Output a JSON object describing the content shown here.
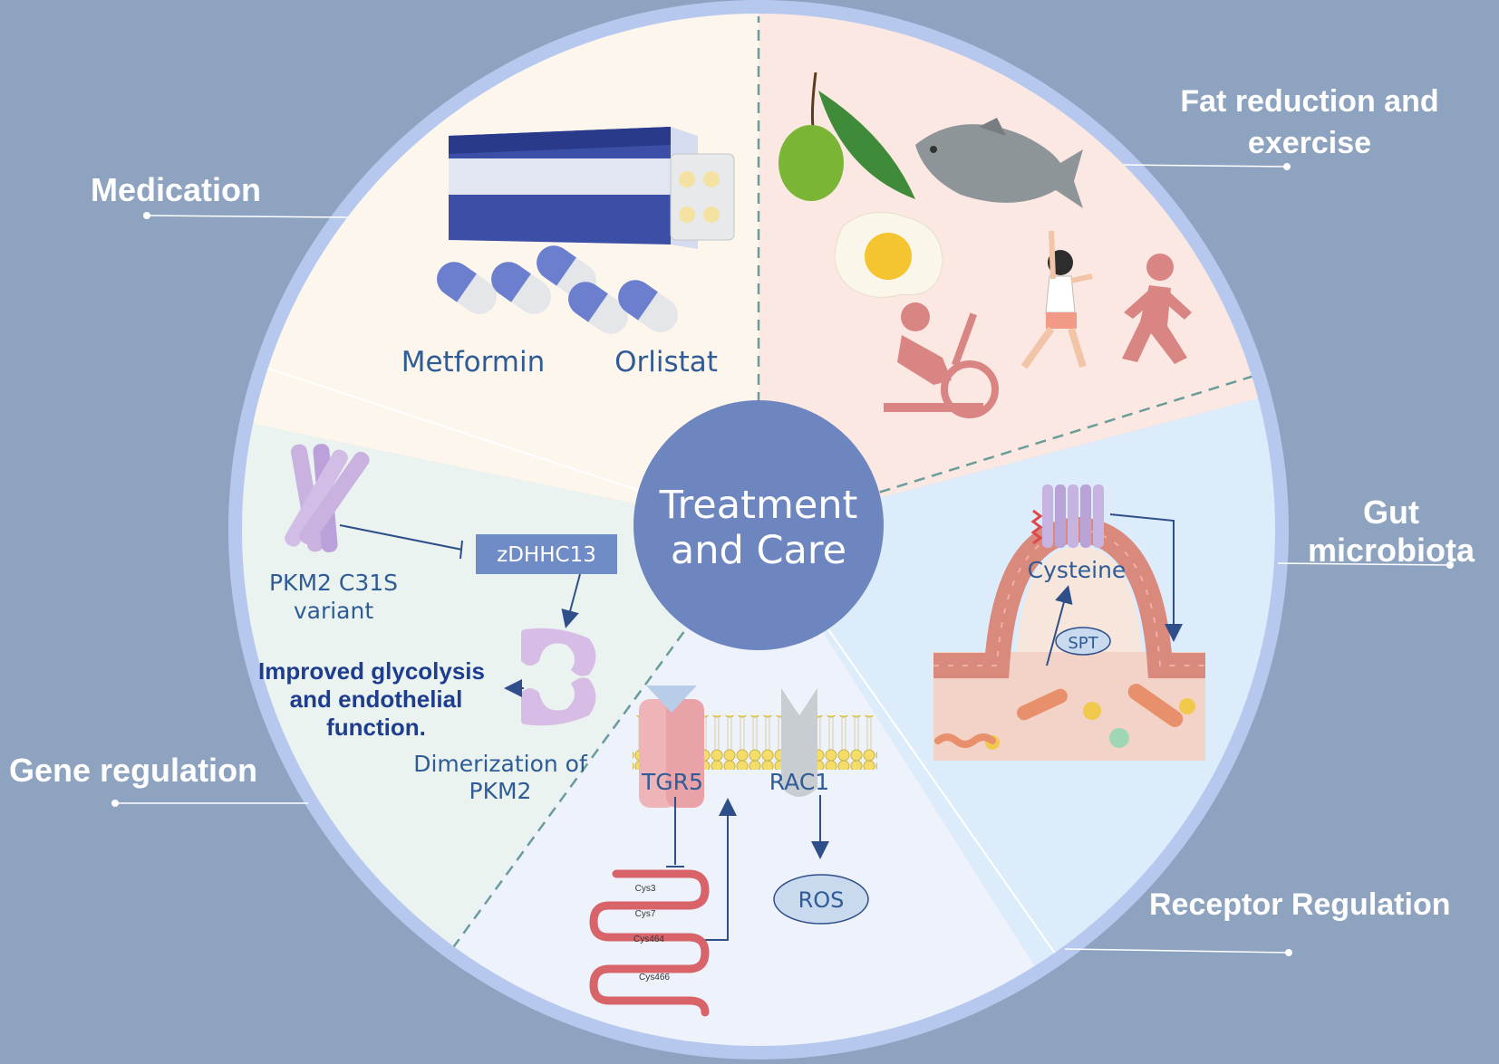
{
  "center": {
    "line1": "Treatment",
    "line2": "and Care"
  },
  "sections": {
    "medication": {
      "label": "Medication",
      "drug1": "Metformin",
      "drug2": "Orlistat"
    },
    "fat": {
      "label_line1": "Fat reduction and",
      "label_line2": "exercise"
    },
    "gut": {
      "label_line1": "Gut",
      "label_line2": "microbiota",
      "cysteine": "Cysteine",
      "spt": "SPT"
    },
    "receptor": {
      "label": "Receptor Regulation",
      "tgr5": "TGR5",
      "rac1": "RAC1",
      "ros": "ROS",
      "cys_labels": [
        "Cys3",
        "Cys7",
        "Cys464",
        "Cys466"
      ]
    },
    "gene": {
      "label": "Gene regulation",
      "variant_line1": "PKM2 C31S",
      "variant_line2": "variant",
      "enzyme": "zDHHC13",
      "outcome_line1": "Improved glycolysis",
      "outcome_line2": "and endothelial",
      "outcome_line3": "function.",
      "dimer_line1": "Dimerization of",
      "dimer_line2": "PKM2"
    }
  },
  "colors": {
    "background": "#8ea3c0",
    "ring": "#b7c8ef",
    "medication_bg": "#fdf6ec",
    "fat_bg": "#fbe8e2",
    "gut_bg": "#dcecfb",
    "receptor_bg": "#eef2fb",
    "gene_bg": "#eaf3ef",
    "center": "#6d86bf"
  }
}
